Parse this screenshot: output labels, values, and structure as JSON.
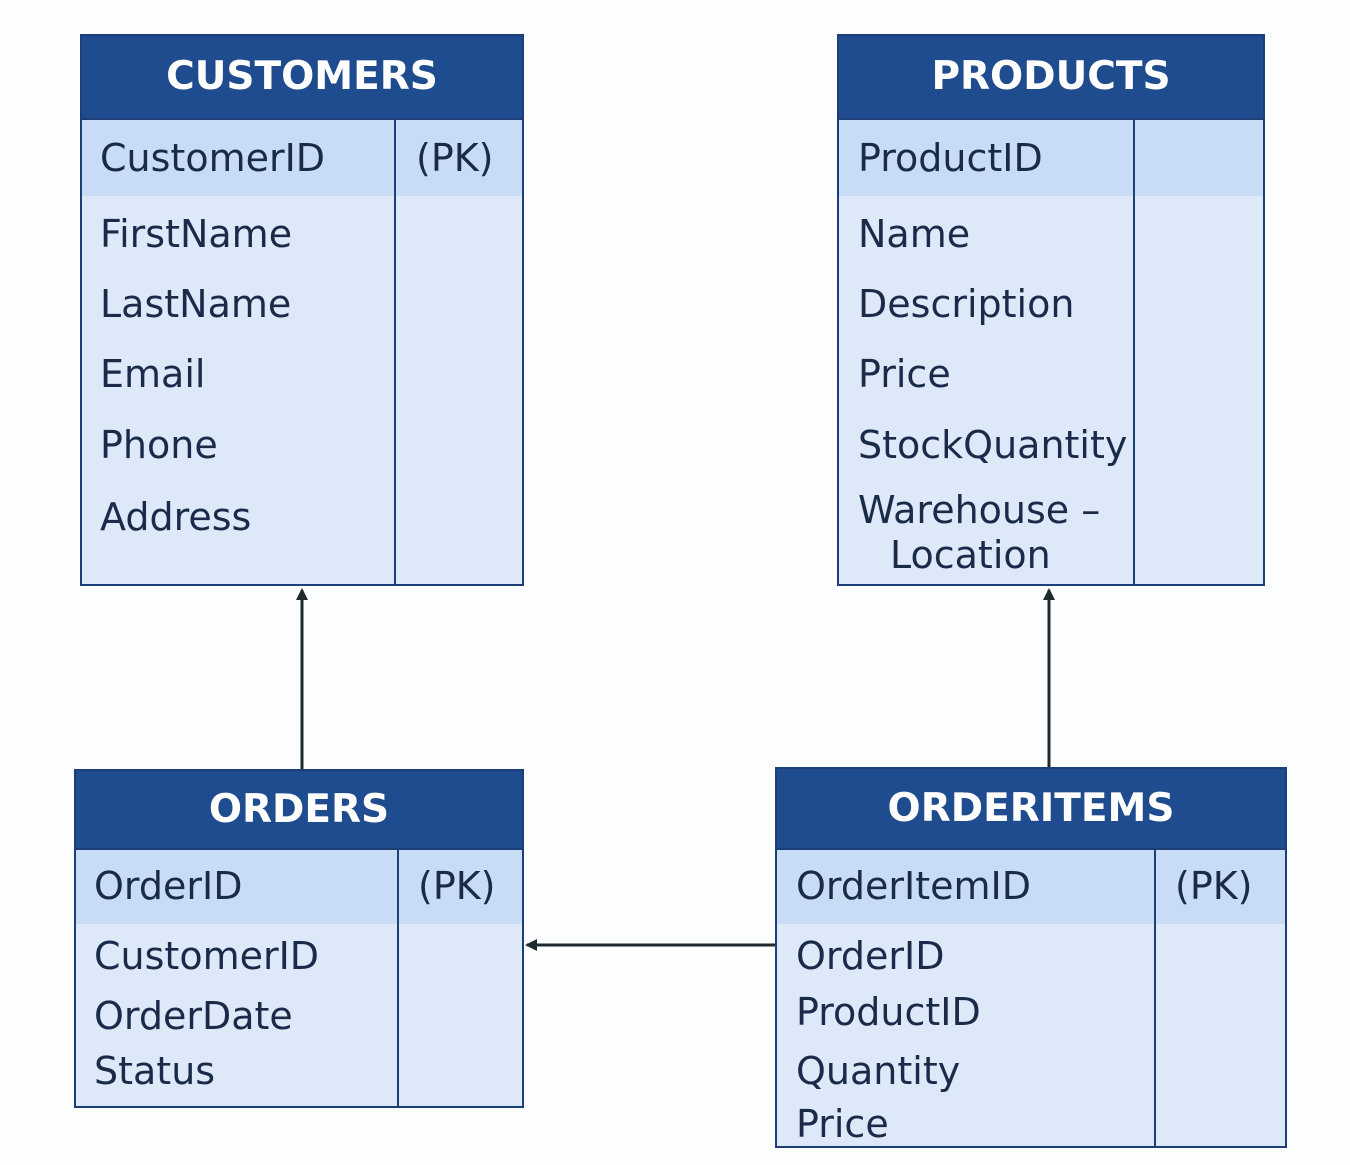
{
  "colors": {
    "header_bg": "#1f4b8f",
    "header_text": "#ffffff",
    "body_bg": "#dde9f9",
    "pk_band": "#c9dcf6",
    "border": "#1d3f78",
    "text": "#1a2b4a",
    "connector": "#1e2a2e"
  },
  "entities": {
    "customers": {
      "name": "CUSTOMERS",
      "pk_field": "CustomerID",
      "pk_tag": "(PK)",
      "fields": [
        "FirstName",
        "LastName",
        "Email",
        "Phone",
        "Address"
      ]
    },
    "products": {
      "name": "PRODUCTS",
      "pk_field": "ProductID",
      "fields": [
        "Name",
        "Description",
        "Price",
        "StockQuantity",
        "Warehouse –",
        "Location"
      ]
    },
    "orders": {
      "name": "ORDERS",
      "pk_field": "OrderID",
      "pk_tag": "(PK)",
      "fields": [
        "CustomerID",
        "OrderDate",
        "Status"
      ]
    },
    "orderitems": {
      "name": "ORDERITEMS",
      "pk_field": "OrderItemID",
      "pk_tag": "(PK)",
      "fields": [
        "OrderID",
        "ProductID",
        "Quantity",
        "Price"
      ]
    }
  },
  "relationships": [
    {
      "from": "ORDERS",
      "to": "CUSTOMERS"
    },
    {
      "from": "ORDERITEMS",
      "to": "PRODUCTS"
    },
    {
      "from": "ORDERITEMS",
      "to": "ORDERS"
    }
  ]
}
